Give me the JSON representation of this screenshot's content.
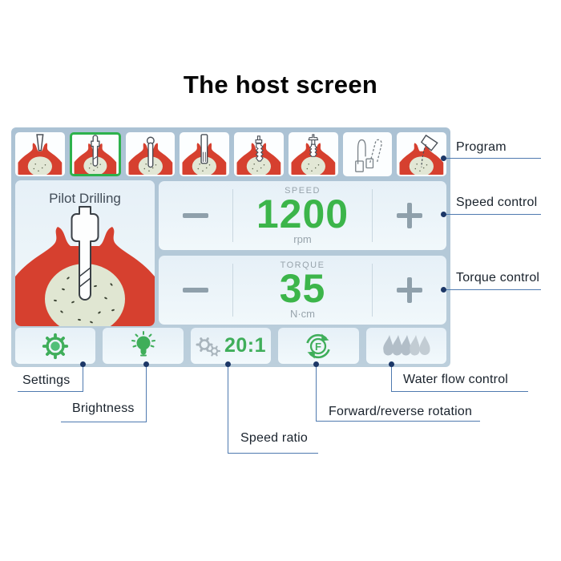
{
  "title": "The host screen",
  "screen": {
    "program": {
      "selected_index": 1,
      "steps": [
        "marking-drill",
        "pilot-drill",
        "shaping-drill",
        "twist-drill",
        "implant-placement",
        "implant-driver",
        "prosthetic-outline",
        "contra-angle-handpiece"
      ]
    },
    "program_name": "Pilot Drilling",
    "speed": {
      "label": "SPEED",
      "value": "1200",
      "unit": "rpm"
    },
    "torque": {
      "label": "TORQUE",
      "value": "35",
      "unit": "N·cm"
    },
    "toolbar": {
      "speed_ratio": "20:1",
      "rotation_letter": "F",
      "icons": [
        "gear-icon",
        "lightbulb-icon",
        "gears-ratio-icon",
        "forward-reverse-icon",
        "water-drops-icon"
      ]
    }
  },
  "annotations": {
    "program": "Program",
    "speed_control": "Speed control",
    "torque_control": "Torque control",
    "settings": "Settings",
    "brightness": "Brightness",
    "speed_ratio": "Speed ratio",
    "forward_reverse": "Forward/reverse rotation",
    "water_flow": "Water flow control"
  },
  "colors": {
    "accent_green": "#3cb54a",
    "screen_background": "#b3c7d7",
    "panel_background": "#ecf4f9",
    "gum_red": "#d6402f",
    "bone": "#e0e6d2",
    "control_gray": "#8fa0ab",
    "annotation_line": "#4f7ab0",
    "annotation_dot": "#1c3767"
  }
}
